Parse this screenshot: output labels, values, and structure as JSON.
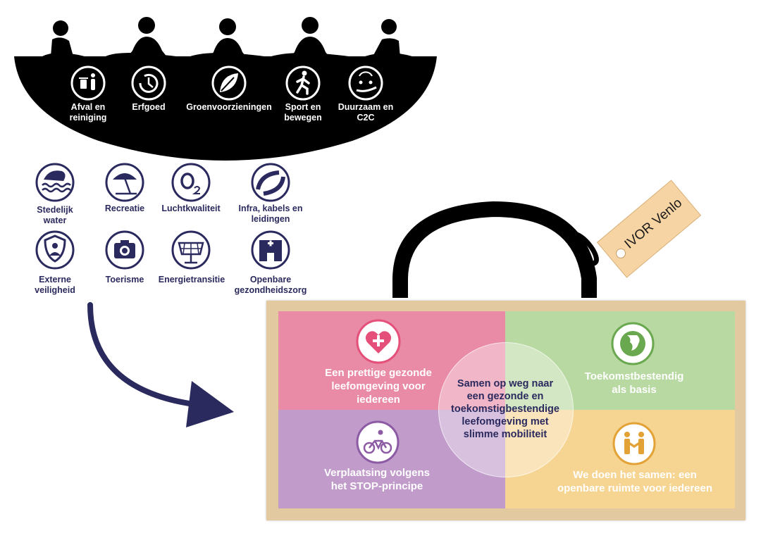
{
  "table_topics": [
    {
      "label": "Afval en\nreiniging",
      "icon": "waste-bin-icon"
    },
    {
      "label": "Erfgoed",
      "icon": "heritage-clock-icon"
    },
    {
      "label": "Groenvoorzieningen",
      "icon": "leaf-icon"
    },
    {
      "label": "Sport en\nbewegen",
      "icon": "running-person-icon"
    },
    {
      "label": "Duurzaam en\nC2C",
      "icon": "hand-recycle-icon"
    }
  ],
  "themes": [
    {
      "label": "Stedelijk\nwater",
      "icon": "water-wave-icon"
    },
    {
      "label": "Recreatie",
      "icon": "beach-umbrella-icon"
    },
    {
      "label": "Luchtkwaliteit",
      "icon": "oxygen-icon"
    },
    {
      "label": "Infra, kabels en\nleidingen",
      "icon": "pipes-icon"
    },
    {
      "label": "Externe\nveiligheid",
      "icon": "shield-person-icon"
    },
    {
      "label": "Toerisme",
      "icon": "camera-icon"
    },
    {
      "label": "Energietransitie",
      "icon": "solar-panel-icon"
    },
    {
      "label": "Openbare\ngezondheidszorg",
      "icon": "hospital-icon"
    }
  ],
  "tag": {
    "label": "IVOR Venlo"
  },
  "quadrants": {
    "top_left": {
      "text": "Een prettige gezonde\nleefomgeving voor\niedereen",
      "icon": "heart-plus-icon",
      "color": "#e98aa6"
    },
    "top_right": {
      "text": "Toekomstbestendig\nals basis",
      "icon": "globe-icon",
      "color": "#b8d9a1"
    },
    "bottom_left": {
      "text": "Verplaatsing volgens\nhet STOP-principe",
      "icon": "bicycle-icon",
      "color": "#c19ccb"
    },
    "bottom_right": {
      "text": "We doen het samen: een\nopenbare ruimte voor iedereen",
      "icon": "handshake-icon",
      "color": "#f6d492"
    }
  },
  "center": {
    "text": "Samen op weg naar\neen gezonde en\ntoekomstigbestendige\nleefomgeving met\nslimme mobiliteit"
  },
  "colors": {
    "navy": "#2b2a5e",
    "frame": "#e2c9a0",
    "tag": "#f6d4a3",
    "black": "#000000"
  }
}
